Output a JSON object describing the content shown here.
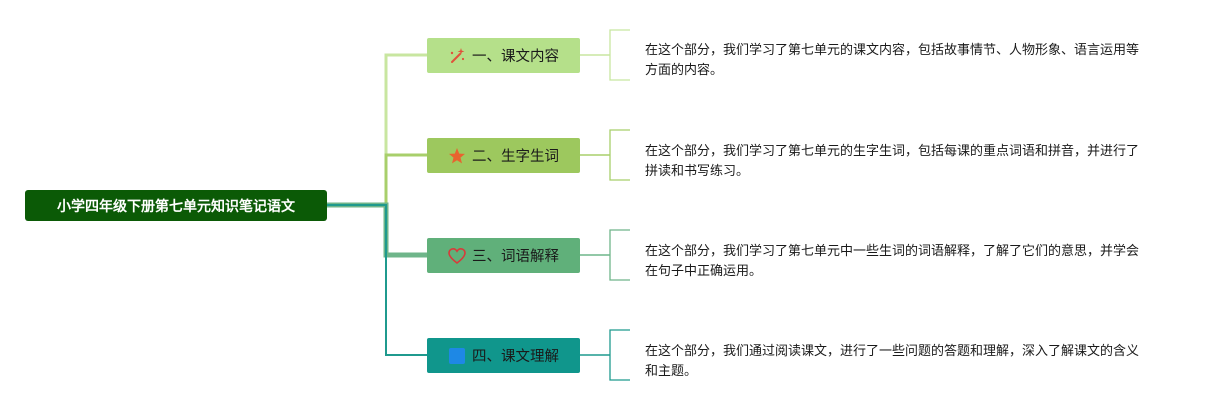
{
  "root": {
    "label": "小学四年级下册第七单元知识笔记语文",
    "color": "#0b5a06"
  },
  "branches": [
    {
      "label": "一、课文内容",
      "icon": "magic-wand-icon",
      "color": "#b5e08a",
      "line_color": "#c8e6a0",
      "detail": "在这个部分，我们学习了第七单元的课文内容，包括故事情节、人物形象、语言运用等方面的内容。"
    },
    {
      "label": "二、生字生词",
      "icon": "star-icon",
      "color": "#9dc85e",
      "line_color": "#a8cf6b",
      "detail": "在这个部分，我们学习了第七单元的生字生词，包括每课的重点词语和拼音，并进行了拼读和书写练习。"
    },
    {
      "label": "三、词语解释",
      "icon": "heart-icon",
      "color": "#60b07a",
      "line_color": "#6fb58a",
      "detail": "在这个部分，我们学习了第七单元中一些生词的词语解释，了解了它们的意思，并学会在句子中正确运用。"
    },
    {
      "label": "四、课文理解",
      "icon": "blue-square-icon",
      "color": "#10968c",
      "line_color": "#1f9a8e",
      "detail": "在这个部分，我们通过阅读课文，进行了一些问题的答题和理解，深入了解课文的含义和主题。"
    }
  ]
}
